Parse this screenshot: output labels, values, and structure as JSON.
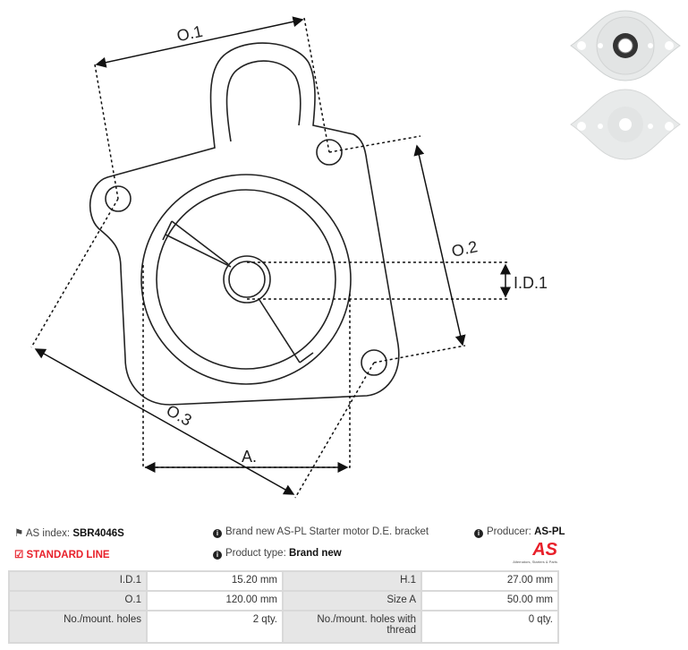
{
  "drawing": {
    "labels": {
      "o1": "O.1",
      "o2": "O.2",
      "o3": "O.3",
      "a": "A.",
      "id1": "I.D.1"
    }
  },
  "info": {
    "as_index_label": "AS index:",
    "as_index": "SBR4046S",
    "line": "STANDARD LINE",
    "description": "Brand new AS-PL Starter motor D.E. bracket",
    "product_type_label": "Product type:",
    "product_type": "Brand new",
    "producer_label": "Producer:",
    "producer": "AS-PL",
    "logo_text": "AS",
    "logo_tagline": "Alternators, Starters & Parts"
  },
  "colors": {
    "accent": "#e8202a"
  },
  "specs": [
    {
      "l1": "I.D.1",
      "v1": "15.20 mm",
      "l2": "H.1",
      "v2": "27.00 mm"
    },
    {
      "l1": "O.1",
      "v1": "120.00 mm",
      "l2": "Size A",
      "v2": "50.00 mm"
    },
    {
      "l1": "No./mount. holes",
      "v1": "2 qty.",
      "l2": "No./mount. holes with thread",
      "v2": "0 qty."
    }
  ]
}
